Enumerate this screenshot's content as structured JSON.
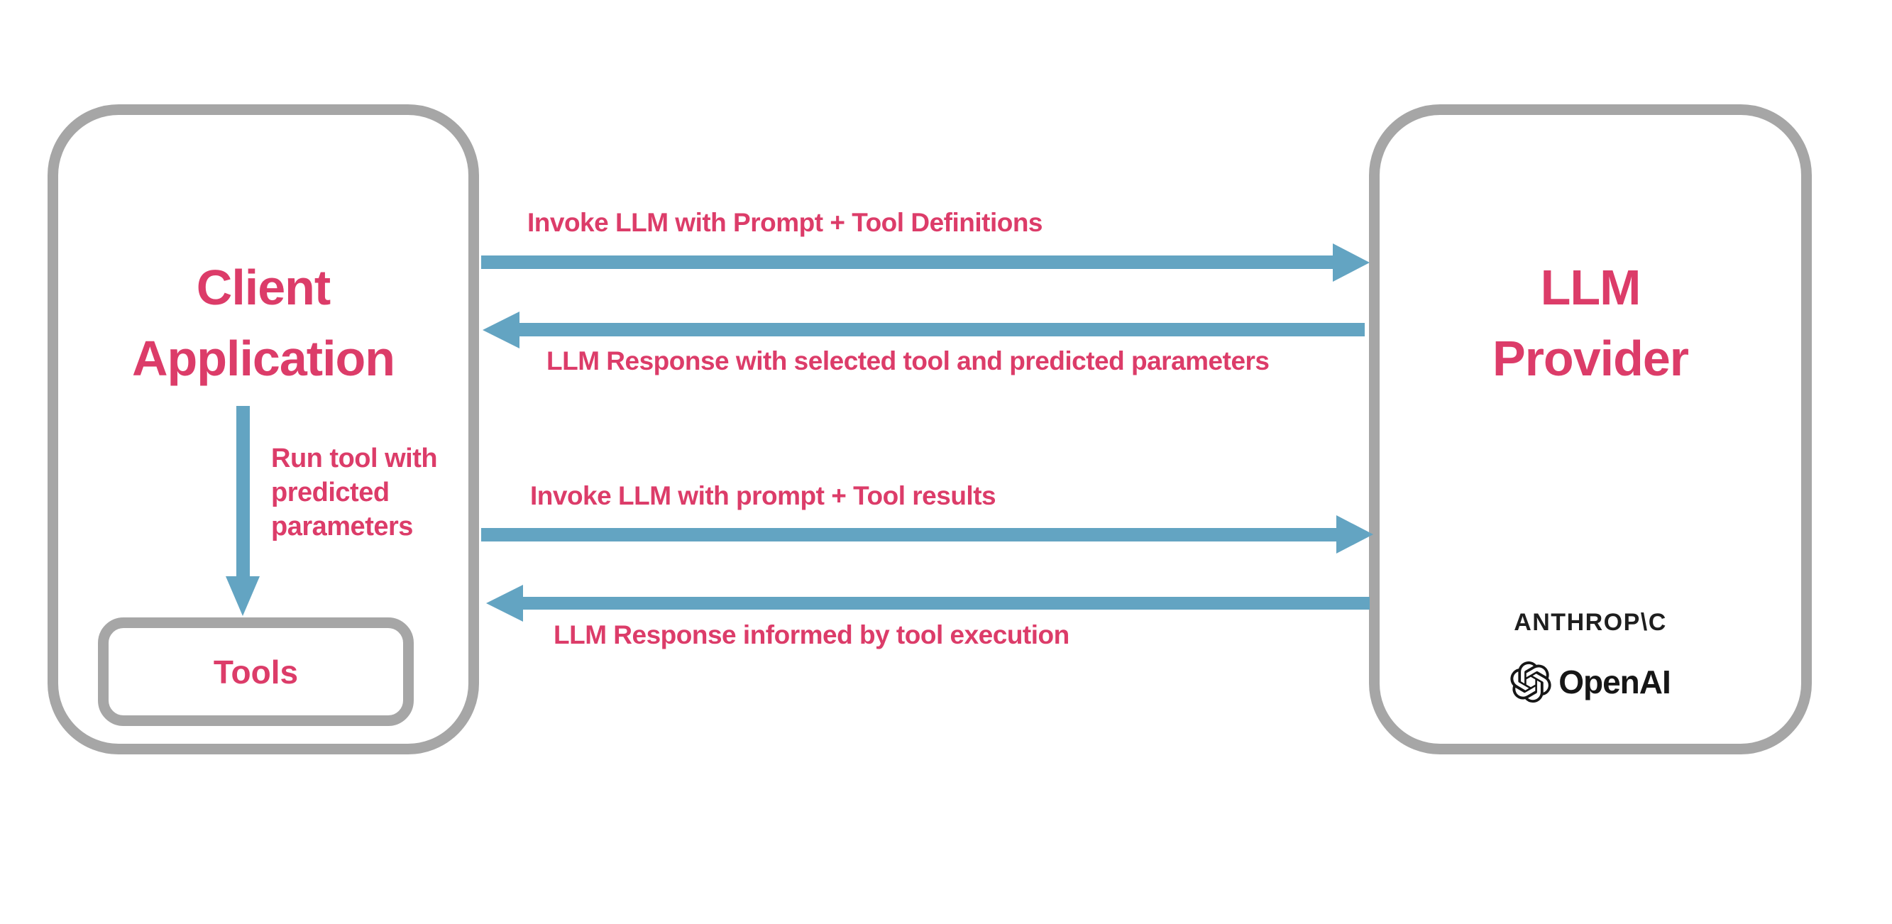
{
  "client_box": {
    "title_line1": "Client",
    "title_line2": "Application",
    "run_tool_label": "Run tool with predicted parameters",
    "tools_label": "Tools"
  },
  "provider_box": {
    "title_line1": "LLM",
    "title_line2": "Provider",
    "logos": {
      "anthropic_wordmark": "ANTHROP\\C",
      "openai_wordmark": "OpenAI"
    }
  },
  "flows": [
    {
      "direction": "right",
      "label": "Invoke LLM with Prompt + Tool Definitions"
    },
    {
      "direction": "left",
      "label": "LLM Response with selected tool and predicted parameters"
    },
    {
      "direction": "right",
      "label": "Invoke LLM with prompt + Tool results"
    },
    {
      "direction": "left",
      "label": "LLM Response informed by tool execution"
    }
  ],
  "colors": {
    "accent_pink": "#DC3C69",
    "arrow_blue": "#63A4C2",
    "box_border_gray": "#A6A6A6",
    "logo_text_dark": "#1E1E1E",
    "background": "#FFFFFF"
  }
}
